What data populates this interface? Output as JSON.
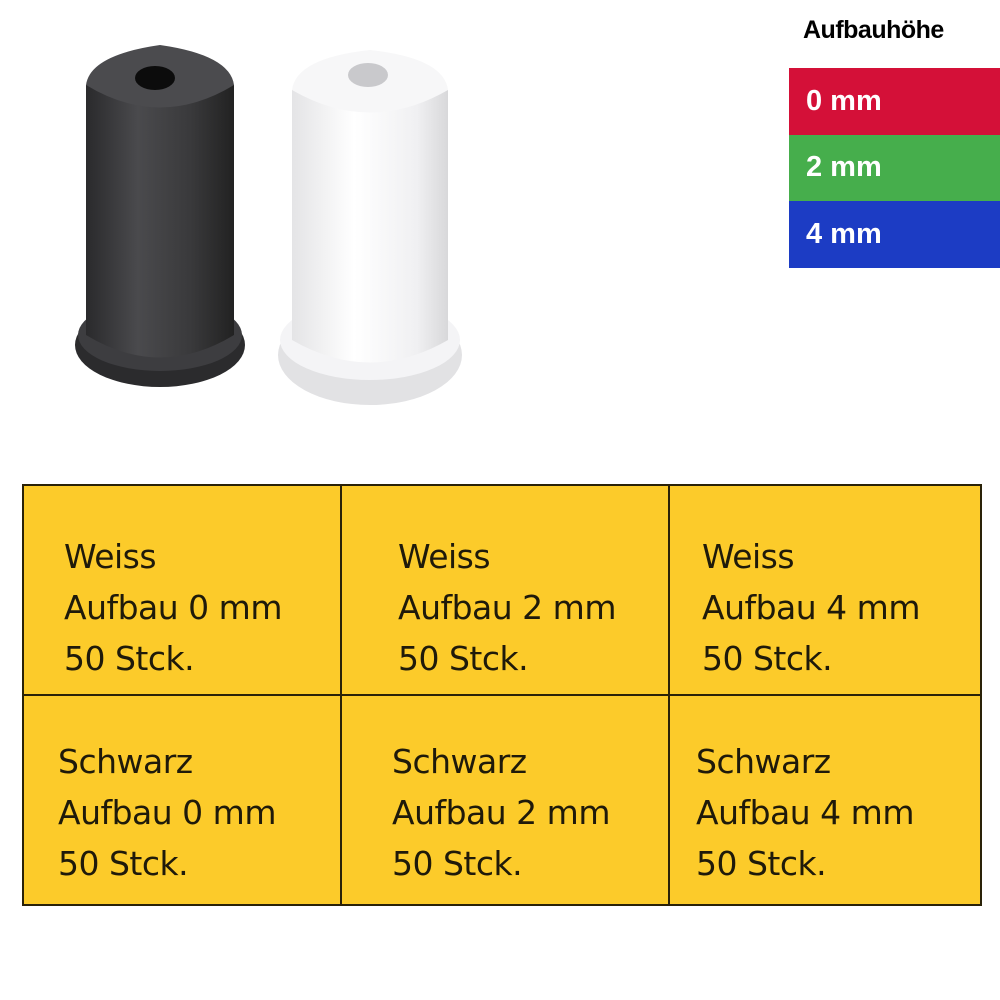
{
  "legend": {
    "title": "Aufbauhöhe",
    "items": [
      {
        "label": "0 mm",
        "color": "#D41038"
      },
      {
        "label": "2 mm",
        "color": "#46AE4C"
      },
      {
        "label": "4 mm",
        "color": "#1C3CC4"
      }
    ]
  },
  "products": [
    {
      "color_name": "black",
      "color": "#3a3a3c"
    },
    {
      "color_name": "white",
      "color": "#f2f2f2"
    }
  ],
  "table": {
    "background": "#FCCB2A",
    "rows": [
      [
        {
          "color": "Weiss",
          "height": "Aufbau 0 mm",
          "qty": "50 Stck."
        },
        {
          "color": "Weiss",
          "height": "Aufbau 2 mm",
          "qty": "50 Stck."
        },
        {
          "color": "Weiss",
          "height": "Aufbau 4 mm",
          "qty": "50 Stck."
        }
      ],
      [
        {
          "color": "Schwarz",
          "height": "Aufbau 0 mm",
          "qty": "50 Stck."
        },
        {
          "color": "Schwarz",
          "height": "Aufbau 2 mm",
          "qty": "50 Stck."
        },
        {
          "color": "Schwarz",
          "height": "Aufbau 4 mm",
          "qty": "50 Stck."
        }
      ]
    ]
  }
}
